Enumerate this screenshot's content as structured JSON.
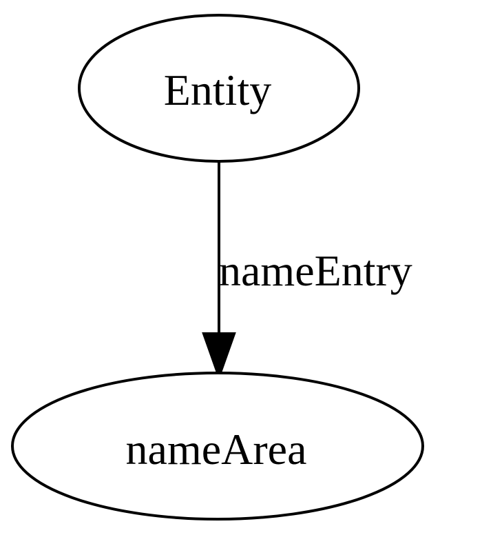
{
  "nodes": [
    {
      "id": "entity",
      "label": "Entity"
    },
    {
      "id": "name-area",
      "label": "nameArea"
    }
  ],
  "edges": [
    {
      "from": "entity",
      "to": "name-area",
      "label": "nameEntry"
    }
  ]
}
